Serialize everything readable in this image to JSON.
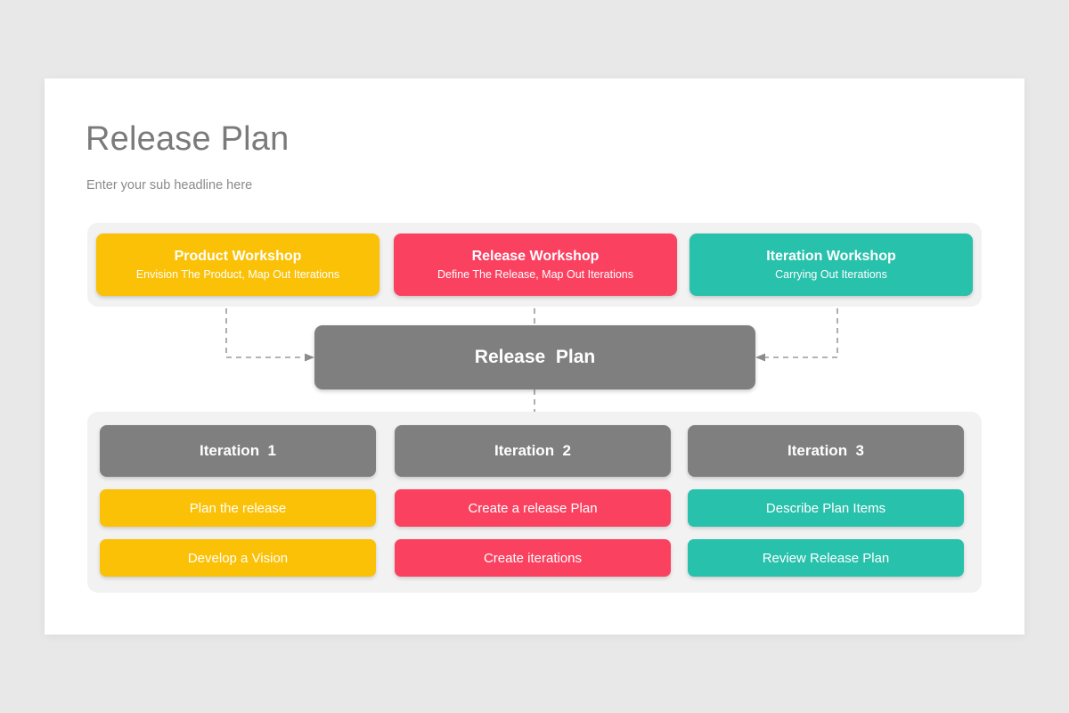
{
  "header": {
    "title": "Release Plan",
    "subtitle": "Enter your sub headline here"
  },
  "colors": {
    "yellow": "#FBC107",
    "pink": "#FB4160",
    "teal": "#28C1AC",
    "gray": "#7F7F7F",
    "panel": "#F2F2F2",
    "slide": "#FFFFFF",
    "page_background": "#E8E8E8",
    "connector": "#9A9A9A",
    "title_text": "#7A7A7A",
    "subtitle_text": "#8A8A8A"
  },
  "workshops": [
    {
      "title": "Product Workshop",
      "subtitle": "Envision The Product, Map Out Iterations",
      "color": "#FBC107"
    },
    {
      "title": "Release Workshop",
      "subtitle": "Define The Release, Map Out Iterations",
      "color": "#FB4160"
    },
    {
      "title": "Iteration Workshop",
      "subtitle": "Carrying Out Iterations",
      "color": "#28C1AC"
    }
  ],
  "center": {
    "label": "Release  Plan",
    "color": "#7F7F7F"
  },
  "iterations": [
    {
      "header": "Iteration  1",
      "header_color": "#7F7F7F",
      "color": "#FBC107",
      "items": [
        "Plan the release",
        "Develop a Vision"
      ]
    },
    {
      "header": "Iteration  2",
      "header_color": "#7F7F7F",
      "color": "#FB4160",
      "items": [
        "Create a release Plan",
        "Create iterations"
      ]
    },
    {
      "header": "Iteration  3",
      "header_color": "#7F7F7F",
      "color": "#28C1AC",
      "items": [
        "Describe Plan Items",
        "Review Release Plan"
      ]
    }
  ]
}
